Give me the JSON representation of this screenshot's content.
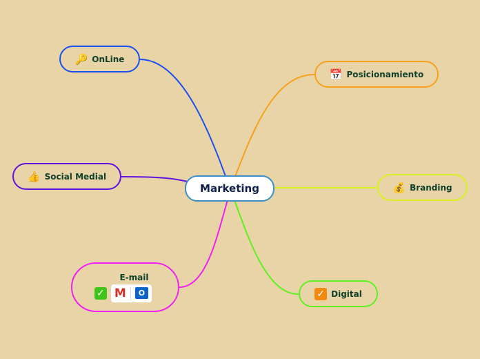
{
  "root": {
    "label": "Marketing"
  },
  "branches": {
    "online": {
      "label": "OnLine",
      "icon": "key-icon",
      "color": "#1a4ff0"
    },
    "posicionamiento": {
      "label": "Posicionamiento",
      "icon": "calendar-icon",
      "color": "#f7a11a"
    },
    "social": {
      "label": "Social Medial",
      "icon": "thumbs-up-icon",
      "color": "#6010e0"
    },
    "branding": {
      "label": "Branding",
      "icon": "money-bag-icon",
      "color": "#d8f020"
    },
    "email": {
      "label": "E-mail",
      "icon": "check-icon",
      "color": "#f020f0",
      "apps": [
        "M",
        "O"
      ]
    },
    "digital": {
      "label": "Digital",
      "icon": "check-icon",
      "color": "#60f020"
    }
  }
}
